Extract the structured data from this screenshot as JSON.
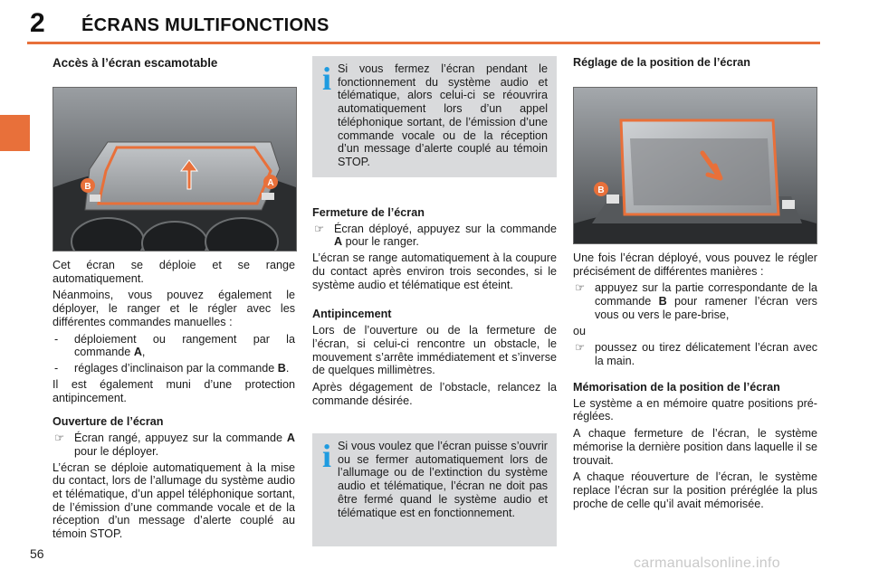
{
  "header": {
    "chapter_number": "2",
    "chapter_title": "ÉCRANS MULTIFONCTIONS"
  },
  "page_number": "56",
  "col1": {
    "title": "Accès à l’écran escamotable",
    "photo_labels": {
      "b": "B",
      "a": "A"
    },
    "p1": "Cet écran se déploie et se range automatiquement.",
    "p2": "Néanmoins, vous pouvez également le déployer, le ranger et le régler avec les différentes commandes manuelles :",
    "list": [
      {
        "marker": "-",
        "before": "déploiement ou rangement par la commande ",
        "cmd": "A",
        "after": ","
      },
      {
        "marker": "-",
        "before": "réglages d’inclinaison par la commande ",
        "cmd": "B",
        "after": "."
      }
    ],
    "p3": "Il est également muni d’une protection antipincement.",
    "opening_title": "Ouverture de l’écran",
    "opening_item": {
      "marker": "☞",
      "before": "Écran rangé, appuyez sur la commande ",
      "cmd": "A",
      "after": " pour le déployer."
    },
    "p4": "L’écran se déploie automatiquement à la mise du contact, lors de l’allumage du système audio et télématique, d’un appel téléphonique sortant, de l’émission d’une commande vocale et de la réception d’un message d’alerte couplé au témoin STOP."
  },
  "col2": {
    "info1": {
      "icon": "i",
      "text": "Si vous fermez l’écran pendant le fonctionnement du système audio et télématique, alors celui-ci se réouvrira automatiquement lors d’un appel téléphonique sortant, de l’émission d’une commande vocale ou de la réception d’un message d’alerte couplé au témoin STOP."
    },
    "closing_title": "Fermeture de l’écran",
    "closing_item": {
      "marker": "☞",
      "before": "Écran déployé, appuyez sur la commande ",
      "cmd": "A",
      "after": " pour le ranger."
    },
    "p1": "L’écran se range automatiquement à la coupure du contact après environ trois secondes, si le système audio et télématique est éteint.",
    "anti_title": "Antipincement",
    "p2": "Lors de l’ouverture ou de la fermeture de l’écran, si celui-ci rencontre un obstacle, le mouvement s’arrête immédiatement et s’inverse de quelques millimètres.",
    "p3": "Après dégagement de l’obstacle, relancez la commande désirée.",
    "info2": {
      "icon": "i",
      "text": "Si vous voulez que l’écran puisse s’ouvrir ou se fermer automatiquement lors de l’allumage ou de l’extinction du système audio et télématique, l’écran ne doit pas être fermé quand le système audio et télématique est en fonctionnement."
    }
  },
  "col3": {
    "title": "Réglage de la position de l’écran",
    "photo_labels": {
      "b": "B"
    },
    "p1": "Une fois l’écran déployé, vous pouvez le régler précisément de différentes manières :",
    "item1": {
      "marker": "☞",
      "before": "appuyez sur la partie correspondante de la commande ",
      "cmd": "B",
      "after": " pour ramener l’écran vers vous ou vers le pare-brise,"
    },
    "ou": "ou",
    "item2": {
      "marker": "☞",
      "text": "poussez ou tirez délicatement l’écran avec la main."
    },
    "memo_title": "Mémorisation de la position de l’écran",
    "p2": "Le système a en mémoire quatre positions pré-réglées.",
    "p3": "A chaque fermeture de l’écran, le système mémorise la dernière position dans laquelle il se trouvait.",
    "p4": "A chaque réouverture de l’écran, le système replace l’écran sur la position préréglée la plus proche de celle qu’il avait mémorisée."
  },
  "watermark": "carmanualsonline.info",
  "colors": {
    "accent_orange": "#e8703a",
    "info_blue": "#1e9be0",
    "info_bg": "#d9dadc"
  }
}
